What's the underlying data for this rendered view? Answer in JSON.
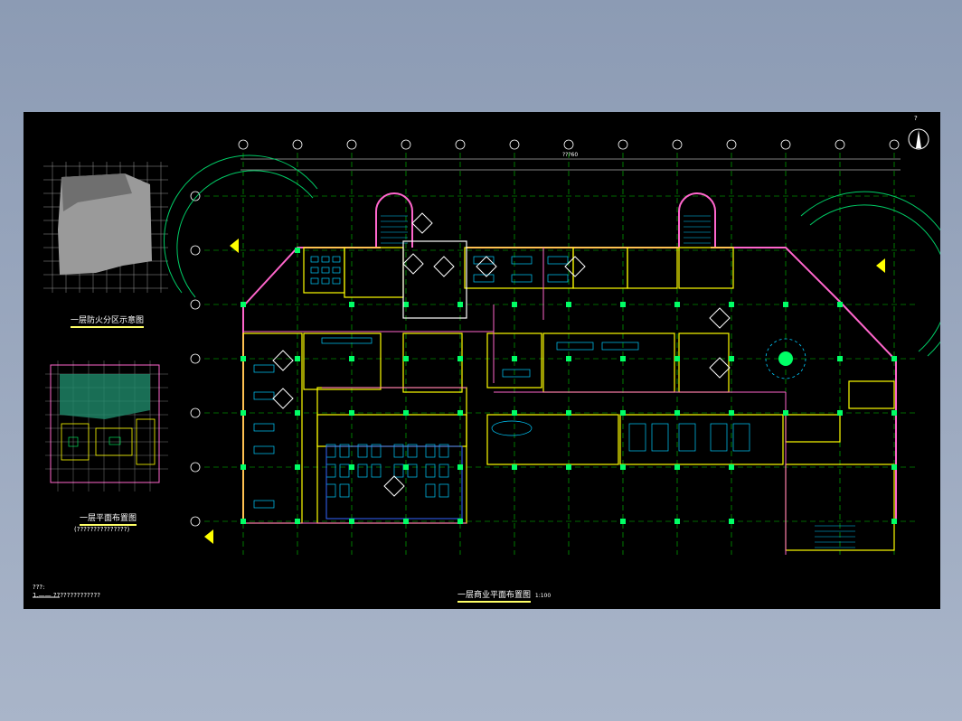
{
  "titles": {
    "main": "一层商业平面布置图",
    "main_scale": "1:100",
    "fire_zone": "一层防火分区示意图",
    "floor_plan": "一层平面布置图",
    "floor_plan_sub": "(???????????????)"
  },
  "notes": {
    "label": "???:",
    "line": "1.——    ??????????????"
  },
  "dimension_total": "???60",
  "north_mark": "?",
  "colors": {
    "background": "#8c9bb4",
    "canvas": "#000000",
    "grid": "#00ff00",
    "walls": "#ffff00",
    "partitions": "#ff66cc",
    "furniture": "#00ccff",
    "columns": "#00ff66",
    "text": "#ffffff"
  }
}
